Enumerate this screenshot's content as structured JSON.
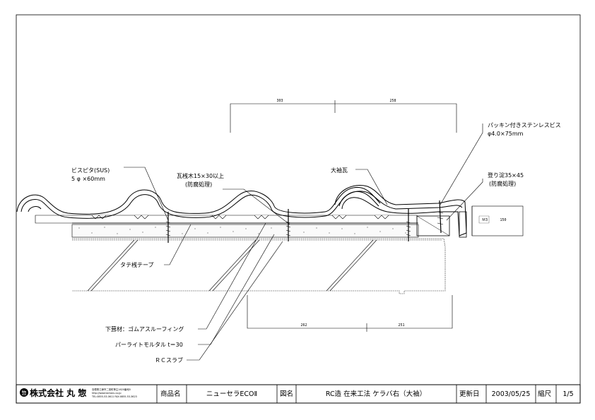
{
  "callouts": {
    "screw": "ビスピタ(SUS)",
    "screw_size": "5 φ ×60mm",
    "batten": "瓦桟木15×30以上",
    "batten_note": "(防腐処理)",
    "eave_tile": "大袖瓦",
    "packing_screw": "パッキン付きステンレスビス",
    "packing_screw_size": "φ4.0×75mm",
    "counter_batten": "登り淀35×45",
    "counter_batten_note": "(防腐処理)",
    "vertical_tape": "タテ桟テープ",
    "underlay": "下葺材：ゴムアスルーフィング",
    "mortar": "パーライトモルタル t＝30",
    "slab": "ＲＣスラブ"
  },
  "dimensions": {
    "top_left": "303",
    "top_right": "258",
    "bottom_left": "262",
    "bottom_right": "251",
    "section_a": "Ｍ3",
    "section_b": "150"
  },
  "title_block": {
    "company_logo": "株式会社 丸 惣",
    "address": "島根県江津市二宮町神主1620番地5",
    "url": "http://www.kamaru.co.jp",
    "phone": "TEL:0855-53-0611 FAX:0855-53-3623",
    "product_label": "商品名",
    "product_value": "ニューセラECOⅡ",
    "drawing_label": "図名",
    "drawing_value": "RC造 在来工法 ケラバ右（大袖）",
    "updated_label": "更新日",
    "updated_value": "2003/05/25",
    "scale_label": "縮尺",
    "scale_value": "1/5"
  }
}
